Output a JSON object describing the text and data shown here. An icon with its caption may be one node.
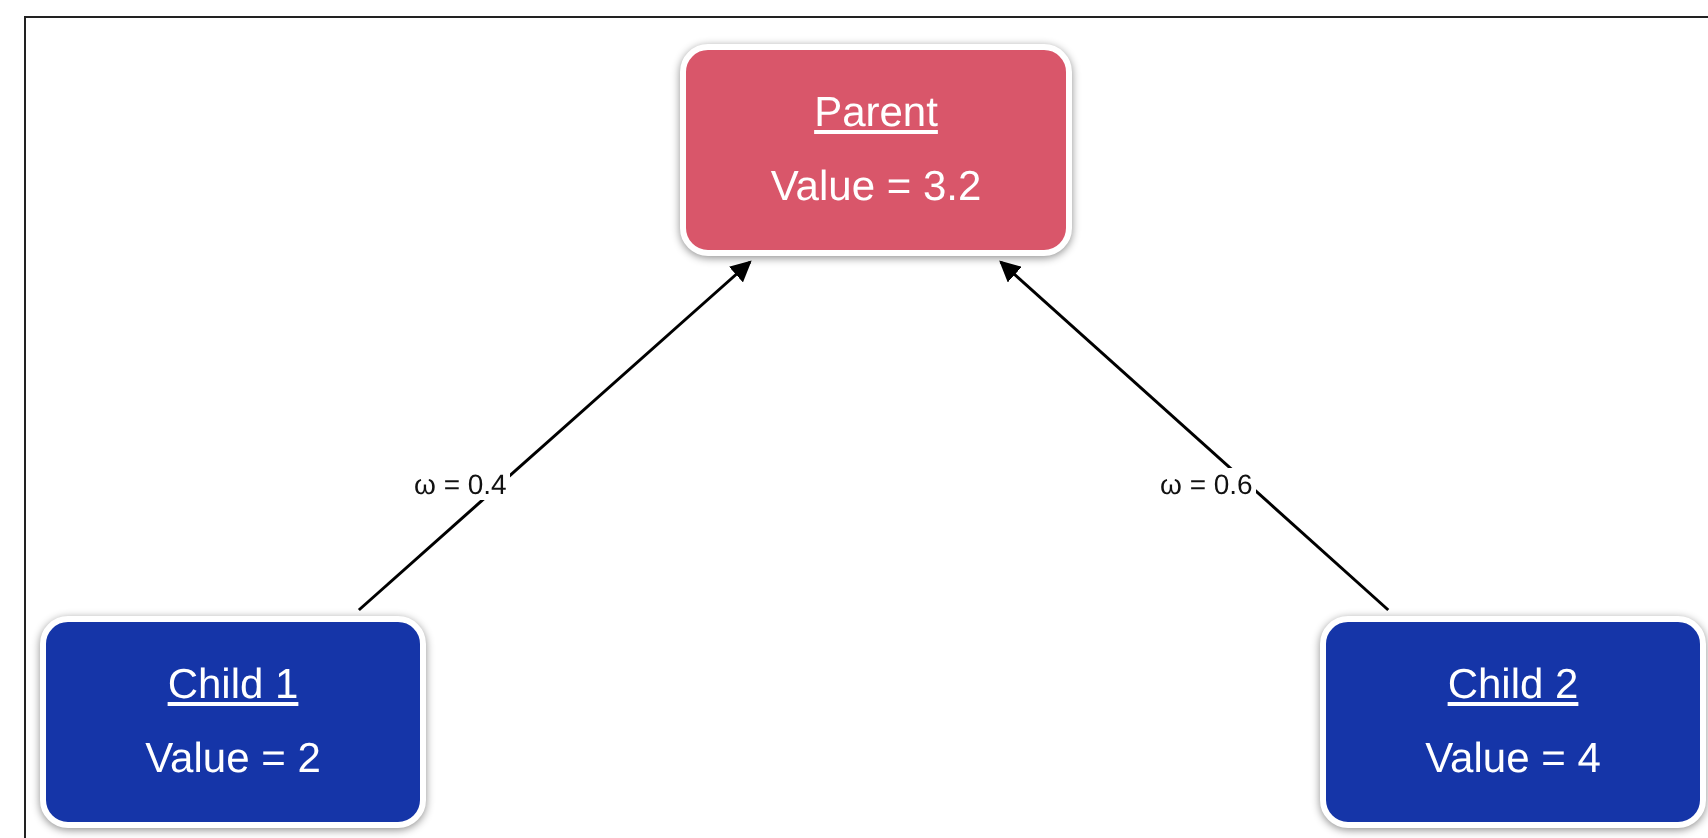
{
  "diagram": {
    "nodes": [
      {
        "text": [
          "Parent",
          "Value = 3.2"
        ]
      },
      {
        "text": [
          "Child 1",
          "Value = 2"
        ]
      },
      {
        "text": [
          "Child 2",
          "Value = 4"
        ]
      }
    ],
    "edges": [
      {
        "from": 1,
        "to": 0,
        "arrow": "to",
        "label": "ω = 0.4"
      },
      {
        "from": 2,
        "to": 0,
        "arrow": "to",
        "label": "ω = 0.6"
      }
    ]
  }
}
